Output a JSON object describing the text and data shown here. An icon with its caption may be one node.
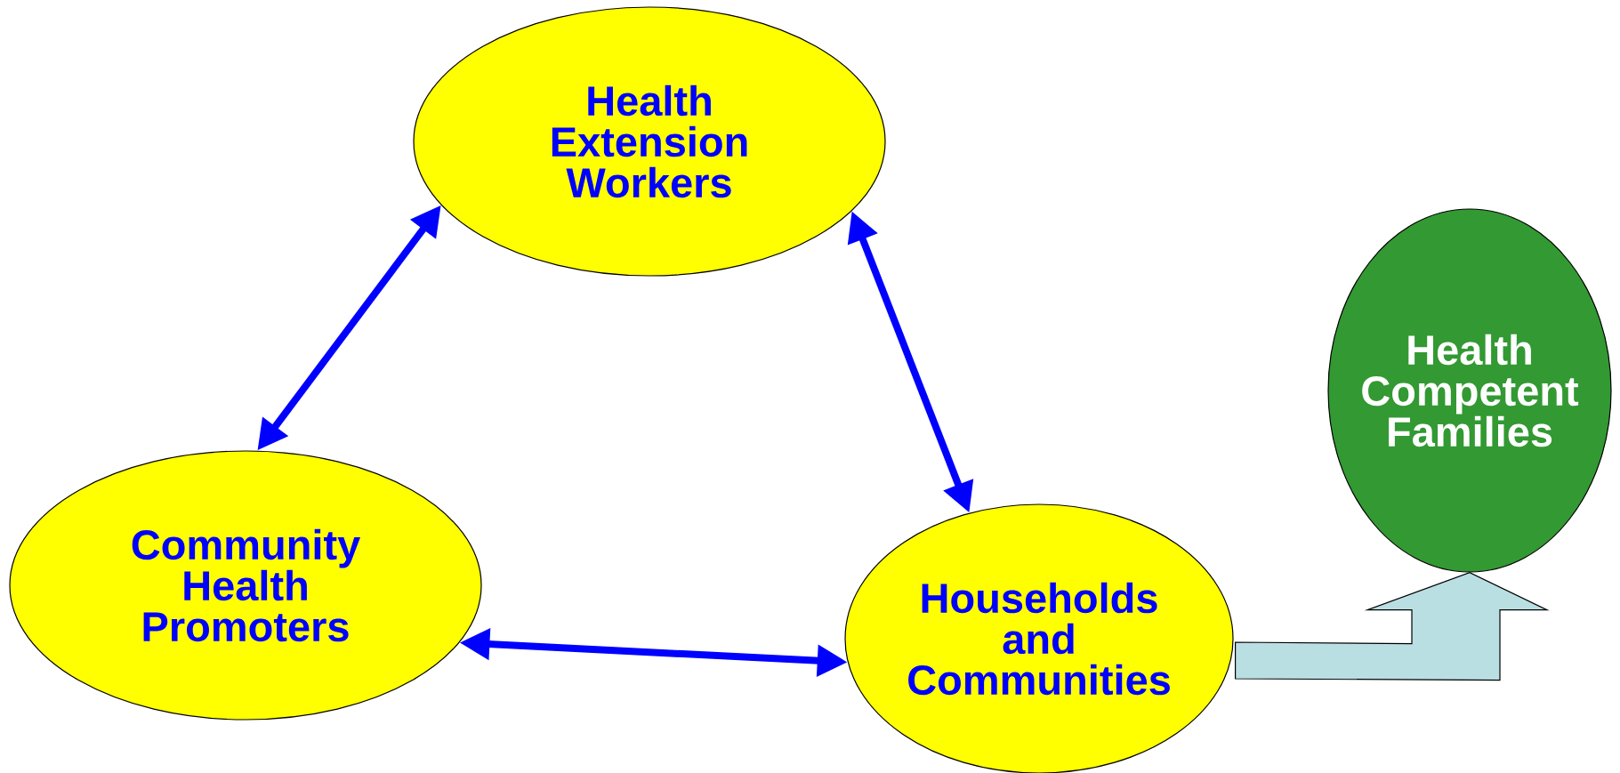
{
  "diagram": {
    "nodes": [
      {
        "text": [
          "Health Extension Workers"
        ]
      },
      {
        "text": [
          "Community Health Promoters"
        ]
      },
      {
        "text": [
          "Households and Communities"
        ]
      },
      {
        "text": [
          "Health Competent Families"
        ]
      }
    ],
    "edges": [
      {
        "from": 0,
        "to": 1,
        "arrow": "both"
      },
      {
        "from": 0,
        "to": 2,
        "arrow": "both"
      },
      {
        "from": 1,
        "to": 2,
        "arrow": "both"
      },
      {
        "from": 2,
        "to": 3,
        "arrow": "to",
        "style": "thick",
        "color": "#b9dfe3"
      }
    ]
  }
}
